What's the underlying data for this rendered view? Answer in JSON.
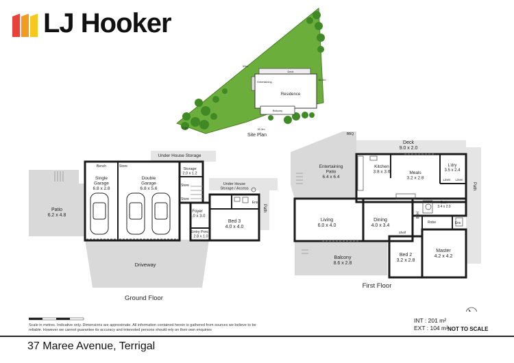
{
  "brand": {
    "name": "LJ Hooker",
    "bar_colors": [
      "#e8423a",
      "#f39a22",
      "#f6c81e"
    ]
  },
  "site_plan": {
    "title": "Site Plan",
    "labels": {
      "residence": "Residence",
      "deck": "Deck",
      "entertaining": "Entertaining",
      "balcony": "Balcony"
    },
    "dims": {
      "top": "59m",
      "right": "50.5m",
      "bottom": "32.3m",
      "left": "8.4m"
    }
  },
  "ground_floor": {
    "title": "Ground Floor",
    "rooms": {
      "under_house_storage": "Under House Storage",
      "single_garage": "Single\nGarage\n6.8 x 2.8",
      "bench": "Bench",
      "store": "Store",
      "double_garage": "Double\nGarage\n6.8 x 5.6",
      "storage": "Storage\n2.0 x 1.2",
      "store2": "Store",
      "store3": "Store",
      "foyer": "Foyer\n3.0 x 3.0",
      "entry_porch": "Entry Porch\n2.8 x 1.0",
      "under_house_access": "Under House\nStorage / Access",
      "ens": "Ens",
      "bed3": "Bed 3\n4.0 x 4.0",
      "patio": "Patio\n6.2 x 4.8",
      "driveway": "Driveway",
      "path": "Path"
    }
  },
  "first_floor": {
    "title": "First Floor",
    "rooms": {
      "bbq": "BBQ",
      "deck": "Deck\n9.0 x 2.0",
      "entertaining_patio": "Entertaining\nPatio\n6.4 x 6.4",
      "kitchen": "Kitchen\n3.8 x 3.6",
      "meals": "Meals\n3.2 x 2.8",
      "ldry": "L'dry\n3.5 x 2.4",
      "linen": "Linen",
      "linen2": "Linen",
      "living": "Living\n6.0 x 4.0",
      "dining": "Dining\n4.0 x 3.4",
      "bath": "Bath\n3.4 x 2.0",
      "robe": "Robe",
      "ens": "Ens",
      "hall": "Hall",
      "balcony": "Balcony\n8.6 x 2.8",
      "bed2": "Bed 2\n3.2 x 2.8",
      "master": "Master\n4.2 x 4.2",
      "shelf": "Shelf",
      "path": "Path"
    }
  },
  "disclaimer": "Scale in metres. Indicative only. Dimensions are approximate. All information contained herein is gathered from sources we believe to be reliable. However we cannot guarantee its accuracy and interested persons should rely on their own enquiries",
  "areas": {
    "int": "INT : 201 m²",
    "ext": "EXT : 104 m²"
  },
  "not_to_scale": "NOT TO SCALE",
  "address": "37 Maree Avenue, Terrigal"
}
